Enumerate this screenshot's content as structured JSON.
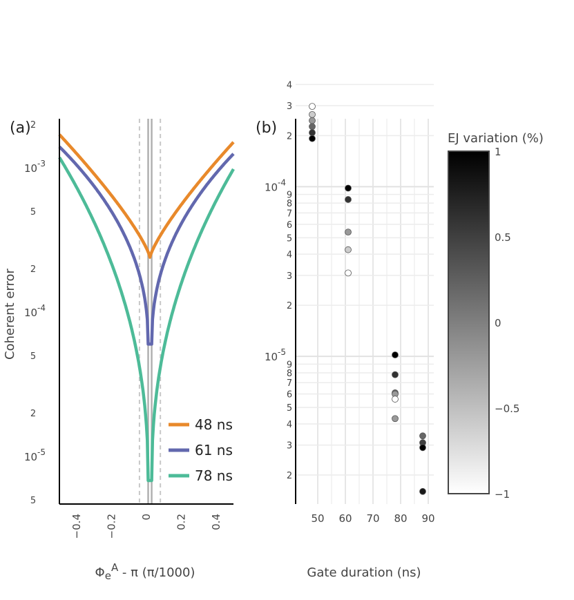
{
  "chart_data": [
    {
      "panel": "(a)",
      "type": "line",
      "xlabel": "ΦeA - π (π/1000)",
      "ylabel": "Coherent error",
      "xlim": [
        -0.5,
        0.5
      ],
      "ylim_log10": [
        -5.33,
        -2.66
      ],
      "yscale": "log",
      "x_ticks": [
        {
          "v": -0.4,
          "label": "−0.4"
        },
        {
          "v": -0.2,
          "label": "−0.2"
        },
        {
          "v": 0,
          "label": "0"
        },
        {
          "v": 0.2,
          "label": "0.2"
        },
        {
          "v": 0.4,
          "label": "0.4"
        }
      ],
      "y_major_ticks": [
        {
          "exp": -3,
          "label": "10",
          "sup": "-3"
        },
        {
          "exp": -4,
          "label": "10",
          "sup": "-4"
        },
        {
          "exp": -5,
          "label": "10",
          "sup": "-5"
        }
      ],
      "y_minor_ticks": [
        {
          "v": 0.002,
          "label": "2"
        },
        {
          "v": 0.0005,
          "label": "5"
        },
        {
          "v": 0.0002,
          "label": "2"
        },
        {
          "v": 5e-05,
          "label": "5"
        },
        {
          "v": 2e-05,
          "label": "2"
        },
        {
          "v": 5e-06,
          "label": "5"
        }
      ],
      "vertical_lines": {
        "solid": [
          0.01,
          0.03
        ],
        "dashed": [
          -0.04,
          0.08
        ]
      },
      "series": [
        {
          "name": "48 ns",
          "color": "#e8892b",
          "min": 0.00024,
          "edge": 0.0017,
          "halfwidth": 0.0
        },
        {
          "name": "61 ns",
          "color": "#6268ae",
          "min": 6e-05,
          "edge": 0.0014,
          "halfwidth": 0.01
        },
        {
          "name": "78 ns",
          "color": "#4dbb98",
          "min": 6.8e-06,
          "edge": 0.00118,
          "halfwidth": 0.01
        }
      ],
      "legend_position": "bottom-right"
    },
    {
      "panel": "(b)",
      "type": "scatter",
      "xlabel": "Gate duration (ns)",
      "ylabel": "",
      "xlim": [
        42,
        92
      ],
      "ylim_log10": [
        -5.87,
        -3.6
      ],
      "yscale": "log",
      "x_ticks": [
        {
          "v": 50,
          "label": "50"
        },
        {
          "v": 60,
          "label": "60"
        },
        {
          "v": 70,
          "label": "70"
        },
        {
          "v": 80,
          "label": "80"
        },
        {
          "v": 90,
          "label": "90"
        }
      ],
      "y_major_ticks": [
        {
          "exp": -4,
          "label": "10",
          "sup": "-4"
        },
        {
          "exp": -5,
          "label": "10",
          "sup": "-5"
        }
      ],
      "y_minor_ticks": [
        {
          "v": 0.0004,
          "label": "4"
        },
        {
          "v": 0.0003,
          "label": "3"
        },
        {
          "v": 0.0002,
          "label": "2"
        },
        {
          "v": 9e-05,
          "label": "9"
        },
        {
          "v": 8e-05,
          "label": "8"
        },
        {
          "v": 7e-05,
          "label": "7"
        },
        {
          "v": 6e-05,
          "label": "6"
        },
        {
          "v": 5e-05,
          "label": "5"
        },
        {
          "v": 4e-05,
          "label": "4"
        },
        {
          "v": 3e-05,
          "label": "3"
        },
        {
          "v": 2e-05,
          "label": "2"
        },
        {
          "v": 9e-06,
          "label": "9"
        },
        {
          "v": 8e-06,
          "label": "8"
        },
        {
          "v": 7e-06,
          "label": "7"
        },
        {
          "v": 6e-06,
          "label": "6"
        },
        {
          "v": 5e-06,
          "label": "5"
        },
        {
          "v": 4e-06,
          "label": "4"
        },
        {
          "v": 3e-06,
          "label": "3"
        },
        {
          "v": 2e-06,
          "label": "2"
        }
      ],
      "points": [
        {
          "x": 48,
          "y": 0.000297,
          "ej": -1.0
        },
        {
          "x": 48,
          "y": 0.000266,
          "ej": -0.6
        },
        {
          "x": 48,
          "y": 0.000245,
          "ej": -0.2
        },
        {
          "x": 48,
          "y": 0.000226,
          "ej": 0.2
        },
        {
          "x": 48,
          "y": 0.000208,
          "ej": 0.6
        },
        {
          "x": 48,
          "y": 0.000192,
          "ej": 1.0
        },
        {
          "x": 61,
          "y": 9.8e-05,
          "ej": 1.0
        },
        {
          "x": 61,
          "y": 8.4e-05,
          "ej": 0.6
        },
        {
          "x": 61,
          "y": 5.4e-05,
          "ej": -0.2
        },
        {
          "x": 61,
          "y": 4.25e-05,
          "ej": -0.6
        },
        {
          "x": 61,
          "y": 3.1e-05,
          "ej": -1.0
        },
        {
          "x": 78,
          "y": 1.02e-05,
          "ej": 1.0
        },
        {
          "x": 78,
          "y": 7.8e-06,
          "ej": 0.6
        },
        {
          "x": 78,
          "y": 6.1e-06,
          "ej": 0.2
        },
        {
          "x": 78,
          "y": 6e-06,
          "ej": -0.2
        },
        {
          "x": 78,
          "y": 5.6e-06,
          "ej": -1.0
        },
        {
          "x": 78,
          "y": 4.3e-06,
          "ej": -0.2
        },
        {
          "x": 88,
          "y": 3.4e-06,
          "ej": 0.2
        },
        {
          "x": 88,
          "y": 3.1e-06,
          "ej": 0.5
        },
        {
          "x": 88,
          "y": 2.9e-06,
          "ej": 1.0
        },
        {
          "x": 88,
          "y": 1.6e-06,
          "ej": 0.8
        }
      ],
      "colorbar": {
        "title": "EJ variation (%)",
        "range": [
          -1,
          1
        ],
        "ticks": [
          {
            "v": 1,
            "label": "1"
          },
          {
            "v": 0.5,
            "label": "0.5"
          },
          {
            "v": 0,
            "label": "0"
          },
          {
            "v": -0.5,
            "label": "−0.5"
          },
          {
            "v": -1,
            "label": "−1"
          }
        ],
        "low_color": "#ffffff",
        "high_color": "#000000"
      }
    }
  ]
}
